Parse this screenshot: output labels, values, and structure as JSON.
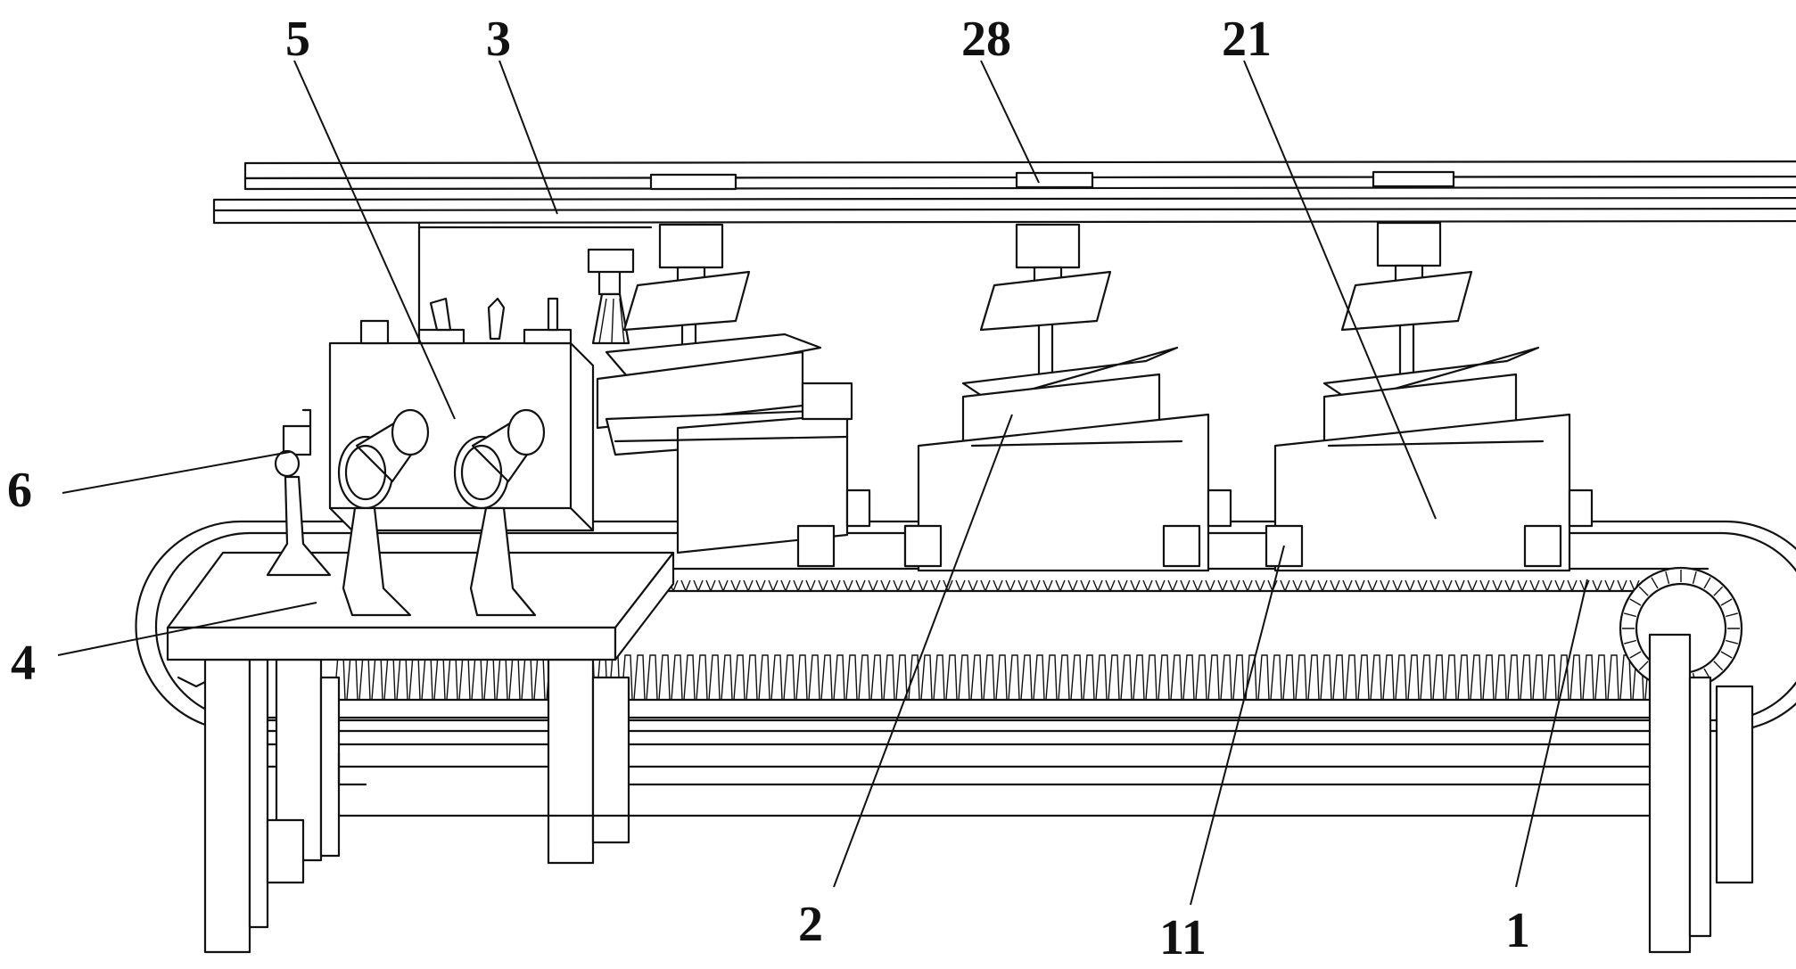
{
  "labels": {
    "l5": "5",
    "l3": "3",
    "l28": "28",
    "l21": "21",
    "l6": "6",
    "l4": "4",
    "l2": "2",
    "l11": "11",
    "l1": "1"
  }
}
